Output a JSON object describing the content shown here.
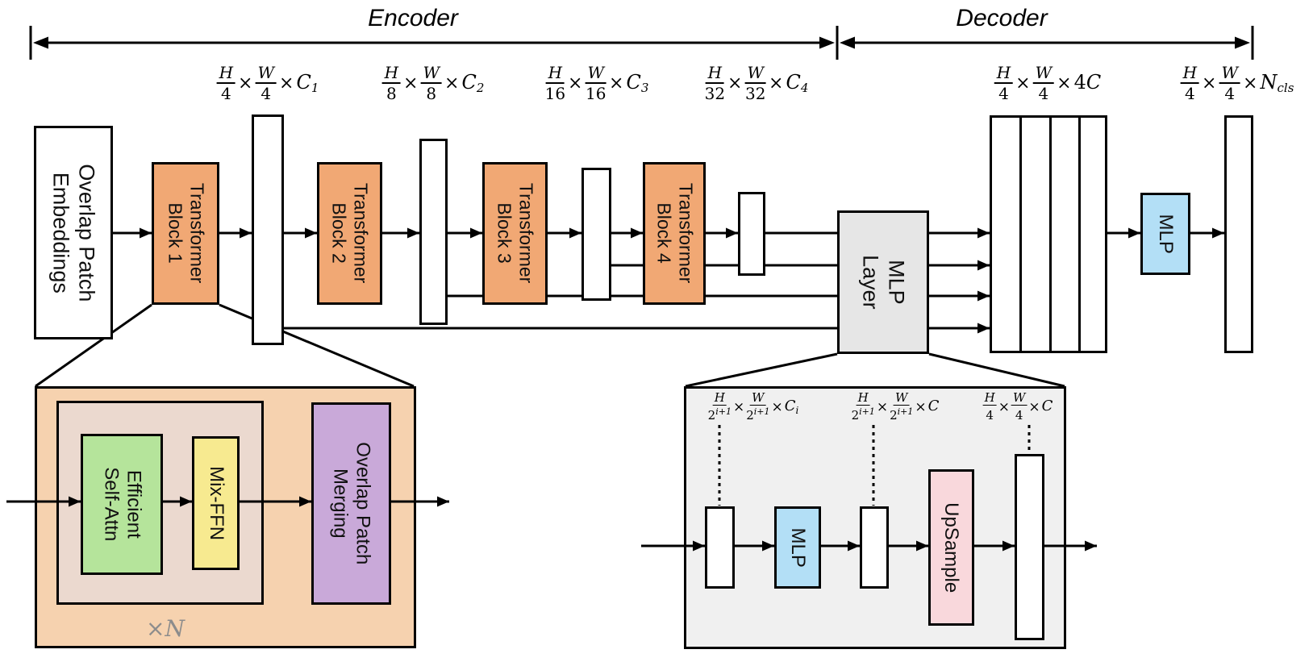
{
  "titles": {
    "encoder": "Encoder",
    "decoder": "Decoder"
  },
  "sym": {
    "times": "×"
  },
  "patch_embed": {
    "line1": "Overlap Patch",
    "line2": "Embeddings"
  },
  "blocks": [
    {
      "line1": "Transformer",
      "line2": "Block 1"
    },
    {
      "line1": "Transformer",
      "line2": "Block 2"
    },
    {
      "line1": "Transformer",
      "line2": "Block 3"
    },
    {
      "line1": "Transformer",
      "line2": "Block 4"
    }
  ],
  "mlp_layer": {
    "line1": "MLP",
    "line2": "Layer"
  },
  "decoder_head": {
    "mlp": "MLP"
  },
  "dims": [
    {
      "n1": "H",
      "d1": "4",
      "n2": "W",
      "d2": "4",
      "tail": "C",
      "sub": "1"
    },
    {
      "n1": "H",
      "d1": "8",
      "n2": "W",
      "d2": "8",
      "tail": "C",
      "sub": "2"
    },
    {
      "n1": "H",
      "d1": "16",
      "n2": "W",
      "d2": "16",
      "tail": "C",
      "sub": "3"
    },
    {
      "n1": "H",
      "d1": "32",
      "n2": "W",
      "d2": "32",
      "tail": "C",
      "sub": "4"
    },
    {
      "n1": "H",
      "d1": "4",
      "n2": "W",
      "d2": "4",
      "pre": "4",
      "tail": "C"
    },
    {
      "n1": "H",
      "d1": "4",
      "n2": "W",
      "d2": "4",
      "tail": "N",
      "sub": "cls"
    }
  ],
  "detail_dims": [
    {
      "n1": "H",
      "d1": "2",
      "d1sup": "i+1",
      "n2": "W",
      "d2": "2",
      "d2sup": "i+1",
      "tail": "C",
      "sub": "i"
    },
    {
      "n1": "H",
      "d1": "2",
      "d1sup": "i+1",
      "n2": "W",
      "d2": "2",
      "d2sup": "i+1",
      "tail": "C"
    },
    {
      "n1": "H",
      "d1": "4",
      "n2": "W",
      "d2": "4",
      "tail": "C"
    }
  ],
  "block_detail": {
    "attn": {
      "line1": "Efficient",
      "line2": "Self-Attn"
    },
    "ffn": {
      "line1": "Mix-FFN"
    },
    "merge": {
      "line1": "Overlap Patch",
      "line2": "Merging"
    },
    "repeat": "×N"
  },
  "mlp_detail": {
    "mlp": "MLP",
    "upsample": "UpSample"
  },
  "colors": {
    "block_orange": "#F1A874",
    "detail_orange": "#F6D2AF",
    "inner_tan": "#EBD9CF",
    "green": "#B5E49B",
    "yellow": "#F7EA90",
    "purple": "#C9A9D9",
    "blue": "#B3DFF6",
    "pink": "#F9D8DC",
    "mlp_layer_gray": "#E6E6E6",
    "detail_gray": "#F0F0F0",
    "line_black": "#000000",
    "repeat_gray": "#8C8C8C"
  }
}
